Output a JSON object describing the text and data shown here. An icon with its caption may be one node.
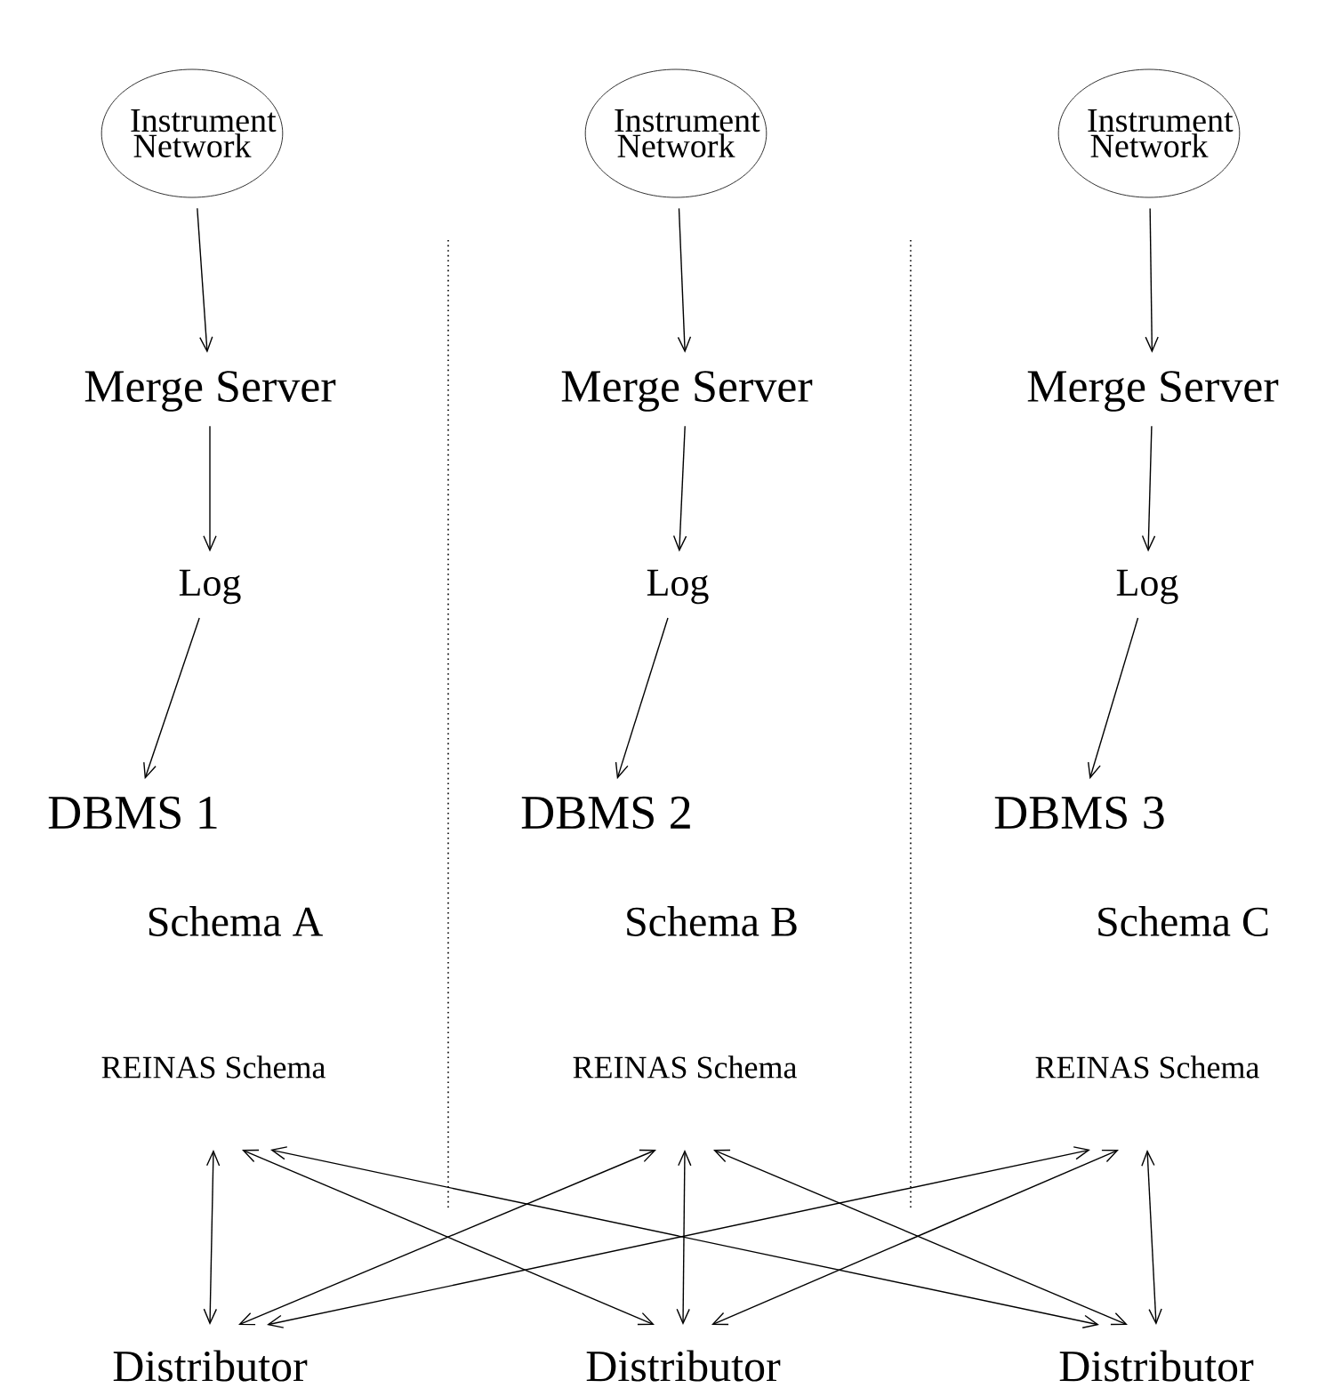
{
  "diagram": {
    "nodes": [
      {
        "text": [
          "Instrument Network"
        ]
      },
      {
        "text": [
          "Instrument Network"
        ]
      },
      {
        "text": [
          "Instrument Network"
        ]
      },
      {
        "text": [
          "Merge Server"
        ]
      },
      {
        "text": [
          "Merge Server"
        ]
      },
      {
        "text": [
          "Merge Server"
        ]
      },
      {
        "text": [
          "Log"
        ]
      },
      {
        "text": [
          "Log"
        ]
      },
      {
        "text": [
          "Log"
        ]
      },
      {
        "text": [
          "DBMS 1"
        ]
      },
      {
        "text": [
          "DBMS 2"
        ]
      },
      {
        "text": [
          "DBMS 3"
        ]
      },
      {
        "text": [
          "REINAS Schema"
        ]
      },
      {
        "text": [
          "REINAS Schema"
        ]
      },
      {
        "text": [
          "REINAS Schema"
        ]
      },
      {
        "text": [
          "Distributor"
        ]
      },
      {
        "text": [
          "Distributor"
        ]
      },
      {
        "text": [
          "Distributor"
        ]
      }
    ],
    "edges": [
      {
        "from": 0,
        "to": 3,
        "arrow": "to"
      },
      {
        "from": 1,
        "to": 4,
        "arrow": "to"
      },
      {
        "from": 2,
        "to": 5,
        "arrow": "to"
      },
      {
        "from": 3,
        "to": 6,
        "arrow": "to"
      },
      {
        "from": 4,
        "to": 7,
        "arrow": "to"
      },
      {
        "from": 5,
        "to": 8,
        "arrow": "to"
      },
      {
        "from": 6,
        "to": 9,
        "arrow": "to"
      },
      {
        "from": 7,
        "to": 10,
        "arrow": "to"
      },
      {
        "from": 8,
        "to": 11,
        "arrow": "to"
      },
      {
        "from": 12,
        "to": 15,
        "arrow": "both"
      },
      {
        "from": 12,
        "to": 16,
        "arrow": "both"
      },
      {
        "from": 12,
        "to": 17,
        "arrow": "both"
      },
      {
        "from": 13,
        "to": 15,
        "arrow": "both"
      },
      {
        "from": 13,
        "to": 16,
        "arrow": "both"
      },
      {
        "from": 13,
        "to": 17,
        "arrow": "both"
      },
      {
        "from": 14,
        "to": 15,
        "arrow": "both"
      },
      {
        "from": 14,
        "to": 16,
        "arrow": "both"
      },
      {
        "from": 14,
        "to": 17,
        "arrow": "both"
      }
    ],
    "labels": [
      "Schema A",
      "Schema B",
      "Schema C"
    ]
  }
}
